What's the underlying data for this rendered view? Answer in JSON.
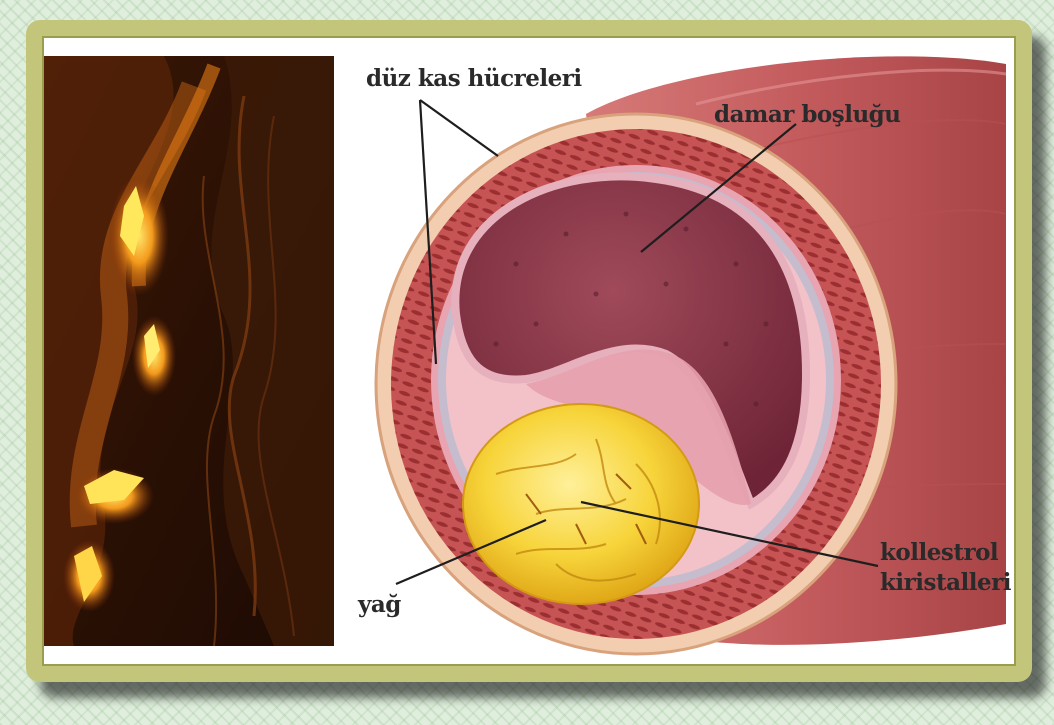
{
  "labels": {
    "smooth_muscle": "düz kas hücreleri",
    "lumen": "damar boşluğu",
    "fat": "yağ",
    "cholesterol_line1": "kollestrol",
    "cholesterol_line2": "kiristalleri"
  },
  "colors": {
    "frame": "#c2c57a",
    "vessel_wall": "#c9686a",
    "lumen": "#8e3848",
    "plaque": "#f6d23a",
    "background": "#dfeedd"
  }
}
